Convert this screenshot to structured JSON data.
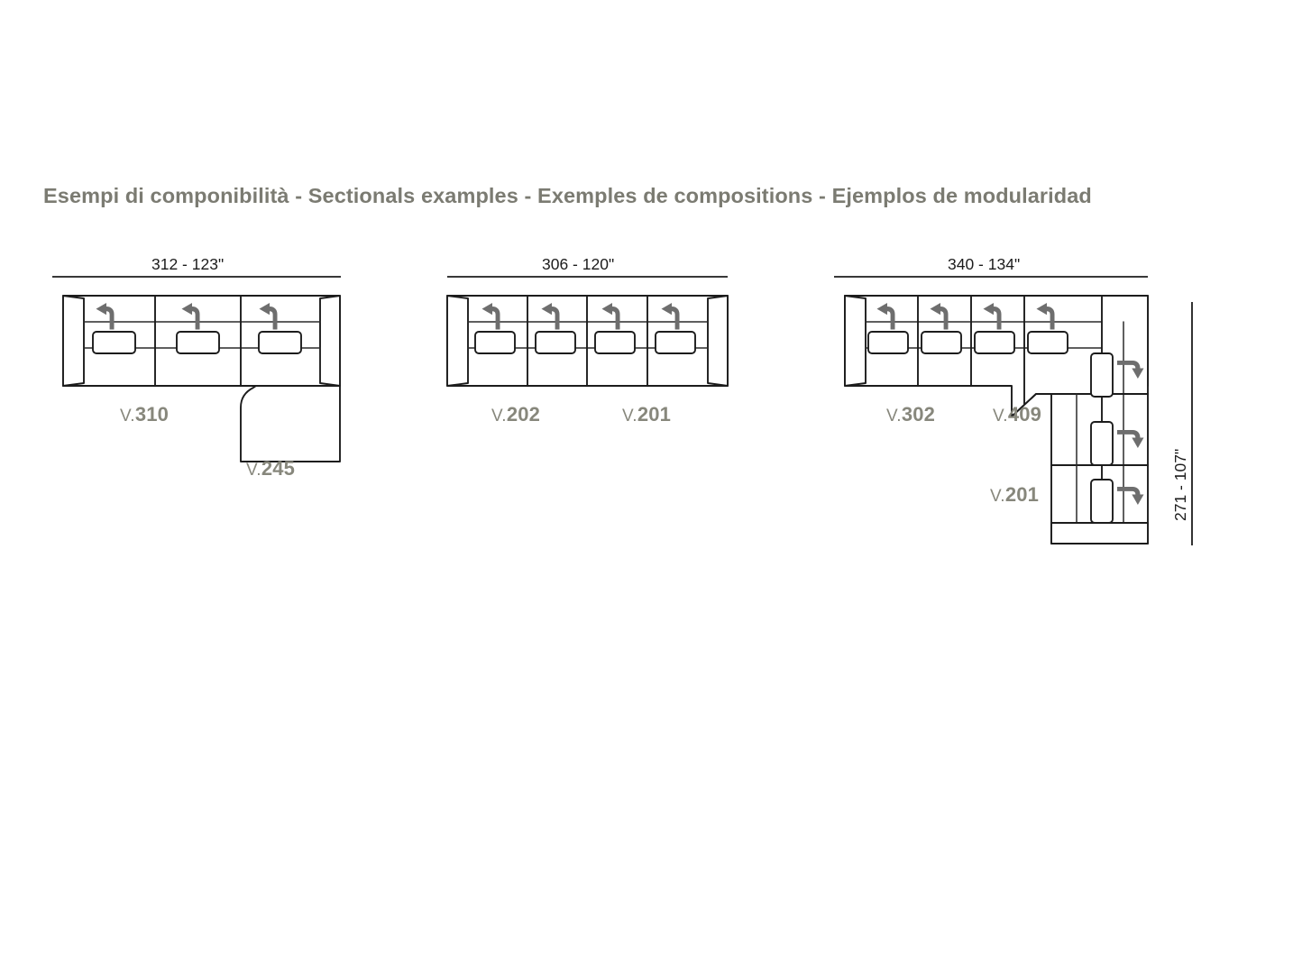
{
  "header": {
    "title": "Esempi di componibilità  -  Sectionals examples - Exemples de compositions - Ejemplos de modularidad",
    "title_color": "#7b7b72"
  },
  "style": {
    "line_color": "#1c1c1c",
    "arrow_color": "#6e6e6e",
    "label_color": "#87877c",
    "dim_color": "#1c1c1c",
    "background": "#ffffff"
  },
  "compositions": [
    {
      "id": "composition-1",
      "name": "three-seat-with-chaise",
      "width_dimension": "312 - 123\"",
      "seat_count": 3,
      "recliner_arrows": 3,
      "modules": [
        {
          "code_prefix": "V.",
          "code_number": "310",
          "description": "three-seat-section"
        },
        {
          "code_prefix": "V.",
          "code_number": "245",
          "description": "chaise-longue"
        }
      ]
    },
    {
      "id": "composition-2",
      "name": "four-seat-sofa",
      "width_dimension": "306 - 120\"",
      "seat_count": 4,
      "recliner_arrows": 4,
      "modules": [
        {
          "code_prefix": "V.",
          "code_number": "202",
          "description": "two-seat-section-left"
        },
        {
          "code_prefix": "V.",
          "code_number": "201",
          "description": "two-seat-section-right"
        }
      ]
    },
    {
      "id": "composition-3",
      "name": "l-shaped-sectional",
      "width_dimension": "340 - 134\"",
      "depth_dimension": "271 - 107\"",
      "seat_count": 4,
      "side_seat_count": 3,
      "recliner_arrows": 7,
      "modules": [
        {
          "code_prefix": "V.",
          "code_number": "302",
          "description": "three-seat-section"
        },
        {
          "code_prefix": "V.",
          "code_number": "409",
          "description": "corner-section"
        },
        {
          "code_prefix": "V.",
          "code_number": "201",
          "description": "two-seat-return-section"
        }
      ]
    }
  ],
  "icons": {
    "recline_arrow_left": "curved-arrow-up-left",
    "recline_arrow_right": "curved-arrow-up-right"
  }
}
